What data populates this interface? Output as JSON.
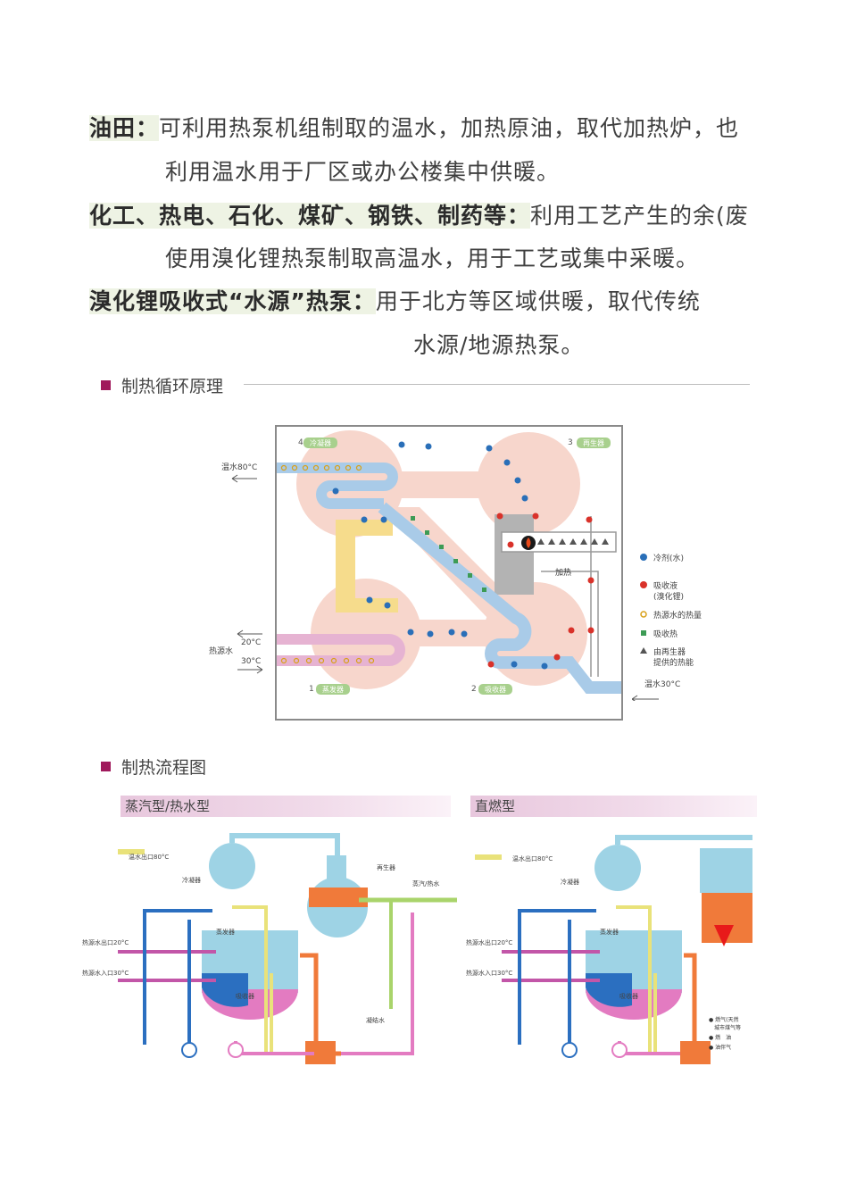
{
  "paragraphs": [
    {
      "lead": "油田：",
      "rest": "可利用热泵机组制取的温水，加热原油，取代加热炉，也",
      "cont": "利用温水用于厂区或办公楼集中供暖。"
    },
    {
      "lead": "化工、热电、石化、煤矿、钢铁、制药等：",
      "rest": "利用工艺产生的余(废",
      "cont": "使用溴化锂热泵制取高温水，用于工艺或集中采暖。"
    },
    {
      "lead": "溴化锂吸收式“水源”热泵：",
      "rest": "用于北方等区域供暖，取代传统",
      "cont": "水源/地源热泵。"
    }
  ],
  "section1": {
    "title": "制热循环原理"
  },
  "section2": {
    "title": "制热流程图"
  },
  "cycle": {
    "condenser": "冷凝器",
    "generator": "再生器",
    "evaporator": "蒸发器",
    "absorber": "吸收器",
    "n1": "1",
    "n2": "2",
    "n3": "3",
    "n4": "4",
    "hot_out": "温水80°C",
    "hot_in": "温水30°C",
    "src_20": "20°C",
    "src_30": "30°C",
    "src_label": "热源水",
    "heat": "加热",
    "legend": {
      "refrigerant": "冷剂(水)",
      "absorbent_1": "吸收液",
      "absorbent_2": "(溴化锂)",
      "source_heat": "热源水的热量",
      "absorbed_heat": "吸收热",
      "gen_heat_1": "由再生器",
      "gen_heat_2": "提供的热能"
    },
    "colors": {
      "vessel": "#f7d6cc",
      "blue_pipe": "#a9cbe8",
      "yellow_pipe": "#f6dc8c",
      "pink_pipe": "#e6b3d2",
      "grey": "#a8a8a8",
      "flame": "#e84a1a"
    }
  },
  "flow_left": {
    "band": "蒸汽型/热水型",
    "hot_out": "温水出口80°C",
    "condenser": "冷凝器",
    "generator": "再生器",
    "steam": "蒸汽/热水",
    "evaporator": "蒸发器",
    "src_out": "热源水出口20°C",
    "src_in": "热源水入口30°C",
    "absorber": "吸收器",
    "condensate": "凝结水"
  },
  "flow_right": {
    "band": "直燃型",
    "hot_out": "温水出口80°C",
    "condenser": "冷凝器",
    "evaporator": "蒸发器",
    "src_out": "热源水出口20°C",
    "src_in": "热源水入口30°C",
    "absorber": "吸收器",
    "fuel_1": "● 燃气(天然",
    "fuel_2": "城市煤气等",
    "fuel_3": "● 燃　油",
    "fuel_4": "● 油伴气"
  }
}
